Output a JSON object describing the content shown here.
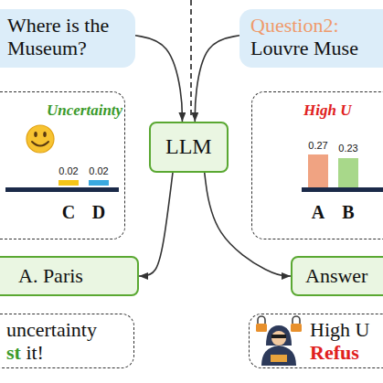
{
  "diagram": {
    "nodes": [
      {
        "text": [
          "Where is the Museum?"
        ]
      },
      {
        "text": [
          "Question2:",
          "Louvre Muse"
        ]
      },
      {
        "text": [
          "LLM"
        ]
      },
      {
        "text": [
          "Uncertainty"
        ]
      },
      {
        "text": [
          "High U"
        ]
      },
      {
        "text": [
          "A. Paris"
        ]
      },
      {
        "text": [
          "Answer"
        ]
      },
      {
        "text": [
          "uncertainty",
          "st",
          "it!"
        ]
      },
      {
        "text": [
          "High U",
          "Refus"
        ]
      }
    ],
    "edges": [
      {
        "from": 0,
        "to": 2,
        "arrow": "to"
      },
      {
        "from": 1,
        "to": 2,
        "arrow": "to"
      },
      {
        "from": 2,
        "to": 5,
        "arrow": "to"
      },
      {
        "from": 2,
        "to": 6,
        "arrow": "to"
      }
    ],
    "labels": [
      "0.02",
      "0.02",
      "C",
      "D",
      "0.27",
      "0.23",
      "A",
      "B"
    ]
  }
}
